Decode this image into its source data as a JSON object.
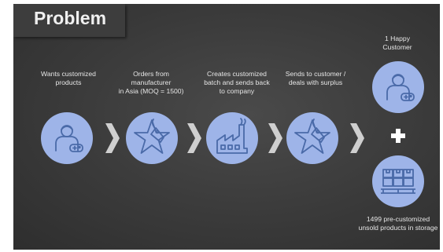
{
  "slide": {
    "title": "Problem",
    "steps": [
      {
        "label_lines": [
          "Wants customized",
          "products"
        ],
        "icon": "person-with-controller-icon"
      },
      {
        "label_lines": [
          "Orders from",
          "manufacturer",
          "in Asia (MOQ = 1500)"
        ],
        "icon": "star-tag-icon"
      },
      {
        "label_lines": [
          "Creates customized",
          "batch and sends back",
          "to company"
        ],
        "icon": "factory-icon"
      },
      {
        "label_lines": [
          "Sends to customer /",
          "deals with surplus"
        ],
        "icon": "star-tag-icon"
      }
    ],
    "outcome_top": {
      "label_lines": [
        "1 Happy",
        "Customer"
      ],
      "icon": "person-with-controller-icon"
    },
    "outcome_bottom": {
      "label_lines": [
        "1499 pre-customized",
        "unsold products in storage"
      ],
      "icon": "stacked-boxes-icon"
    },
    "colors": {
      "circle": "#9eb4e8",
      "icon_stroke": "#4a6aa8",
      "chevron": "#cfcfcf",
      "text": "#e6e6e6"
    }
  }
}
